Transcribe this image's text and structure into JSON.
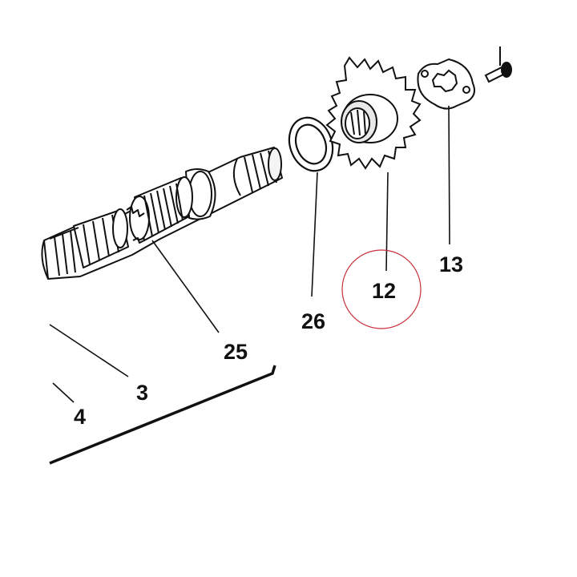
{
  "diagram": {
    "callouts": [
      "3",
      "4",
      "12",
      "13",
      "25",
      "26"
    ],
    "highlight_color": "#c8303a",
    "line_color": "#111111"
  }
}
